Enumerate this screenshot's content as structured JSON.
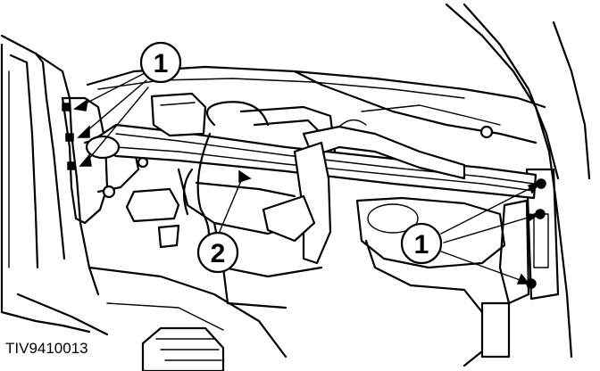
{
  "callouts": {
    "label_top_left": "1",
    "label_center": "2",
    "label_right": "1"
  },
  "figure_code": "TIV9410013",
  "colors": {
    "line": "#000000",
    "background": "#ffffff"
  }
}
